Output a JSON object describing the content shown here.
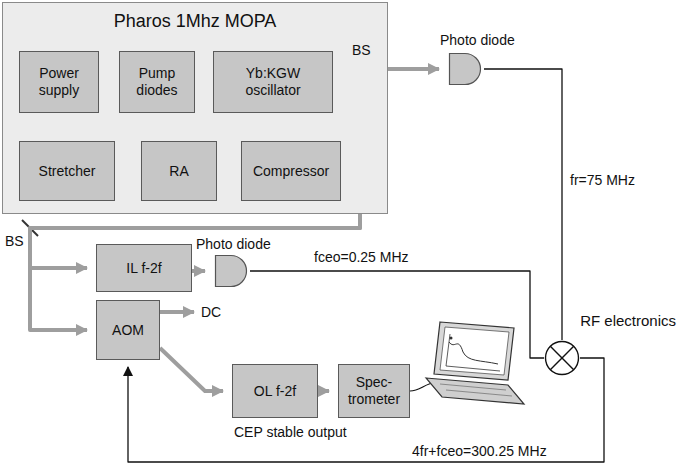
{
  "diagram": {
    "nodes": [
      {
        "text": [
          "Pharos 1Mhz MOPA"
        ]
      },
      {
        "text": [
          "Power supply"
        ],
        "in": 0
      },
      {
        "text": [
          "Pump diodes"
        ],
        "in": 0
      },
      {
        "text": [
          "Yb:KGW oscillator"
        ],
        "in": 0
      },
      {
        "text": [
          "Stretcher"
        ],
        "in": 0
      },
      {
        "text": [
          "RA"
        ],
        "in": 0
      },
      {
        "text": [
          "Compressor"
        ],
        "in": 0
      },
      {
        "text": [
          "Photo diode"
        ]
      },
      {
        "text": [
          "IL f-2f"
        ]
      },
      {
        "text": [
          "Photo diode"
        ]
      },
      {
        "text": [
          "AOM"
        ]
      },
      {
        "text": [
          "OL f-2f"
        ]
      },
      {
        "text": [
          "Spec- trometer"
        ]
      },
      {
        "text": [
          "RF electronics"
        ]
      }
    ],
    "edges": [
      {
        "from": 1,
        "to": 2,
        "arrow": "to"
      },
      {
        "from": 2,
        "to": 3,
        "arrow": "to"
      },
      {
        "from": 3,
        "to": 7,
        "arrow": "to"
      },
      {
        "from": 3,
        "to": 4,
        "arrow": "to"
      },
      {
        "from": 4,
        "to": 5,
        "arrow": "to"
      },
      {
        "from": 5,
        "to": 6,
        "arrow": "to"
      },
      {
        "from": 6,
        "to": 8,
        "arrow": "to"
      },
      {
        "from": 6,
        "to": 10,
        "arrow": "to"
      },
      {
        "from": 8,
        "to": 9,
        "arrow": "to"
      },
      {
        "from": 7,
        "to": 13,
        "label": "fr=75 MHz",
        "arrow": "none"
      },
      {
        "from": 9,
        "to": 13,
        "label": "fceo=0.25 MHz",
        "arrow": "none"
      },
      {
        "from": 13,
        "to": 10,
        "label": "4fr+fceo=300.25 MHz",
        "arrow": "to"
      },
      {
        "from": 10,
        "to": 11,
        "arrow": "to"
      },
      {
        "from": 11,
        "to": 12,
        "arrow": "to"
      }
    ],
    "labels": [
      "BS",
      "BS",
      "DC",
      "CEP stable output"
    ]
  }
}
